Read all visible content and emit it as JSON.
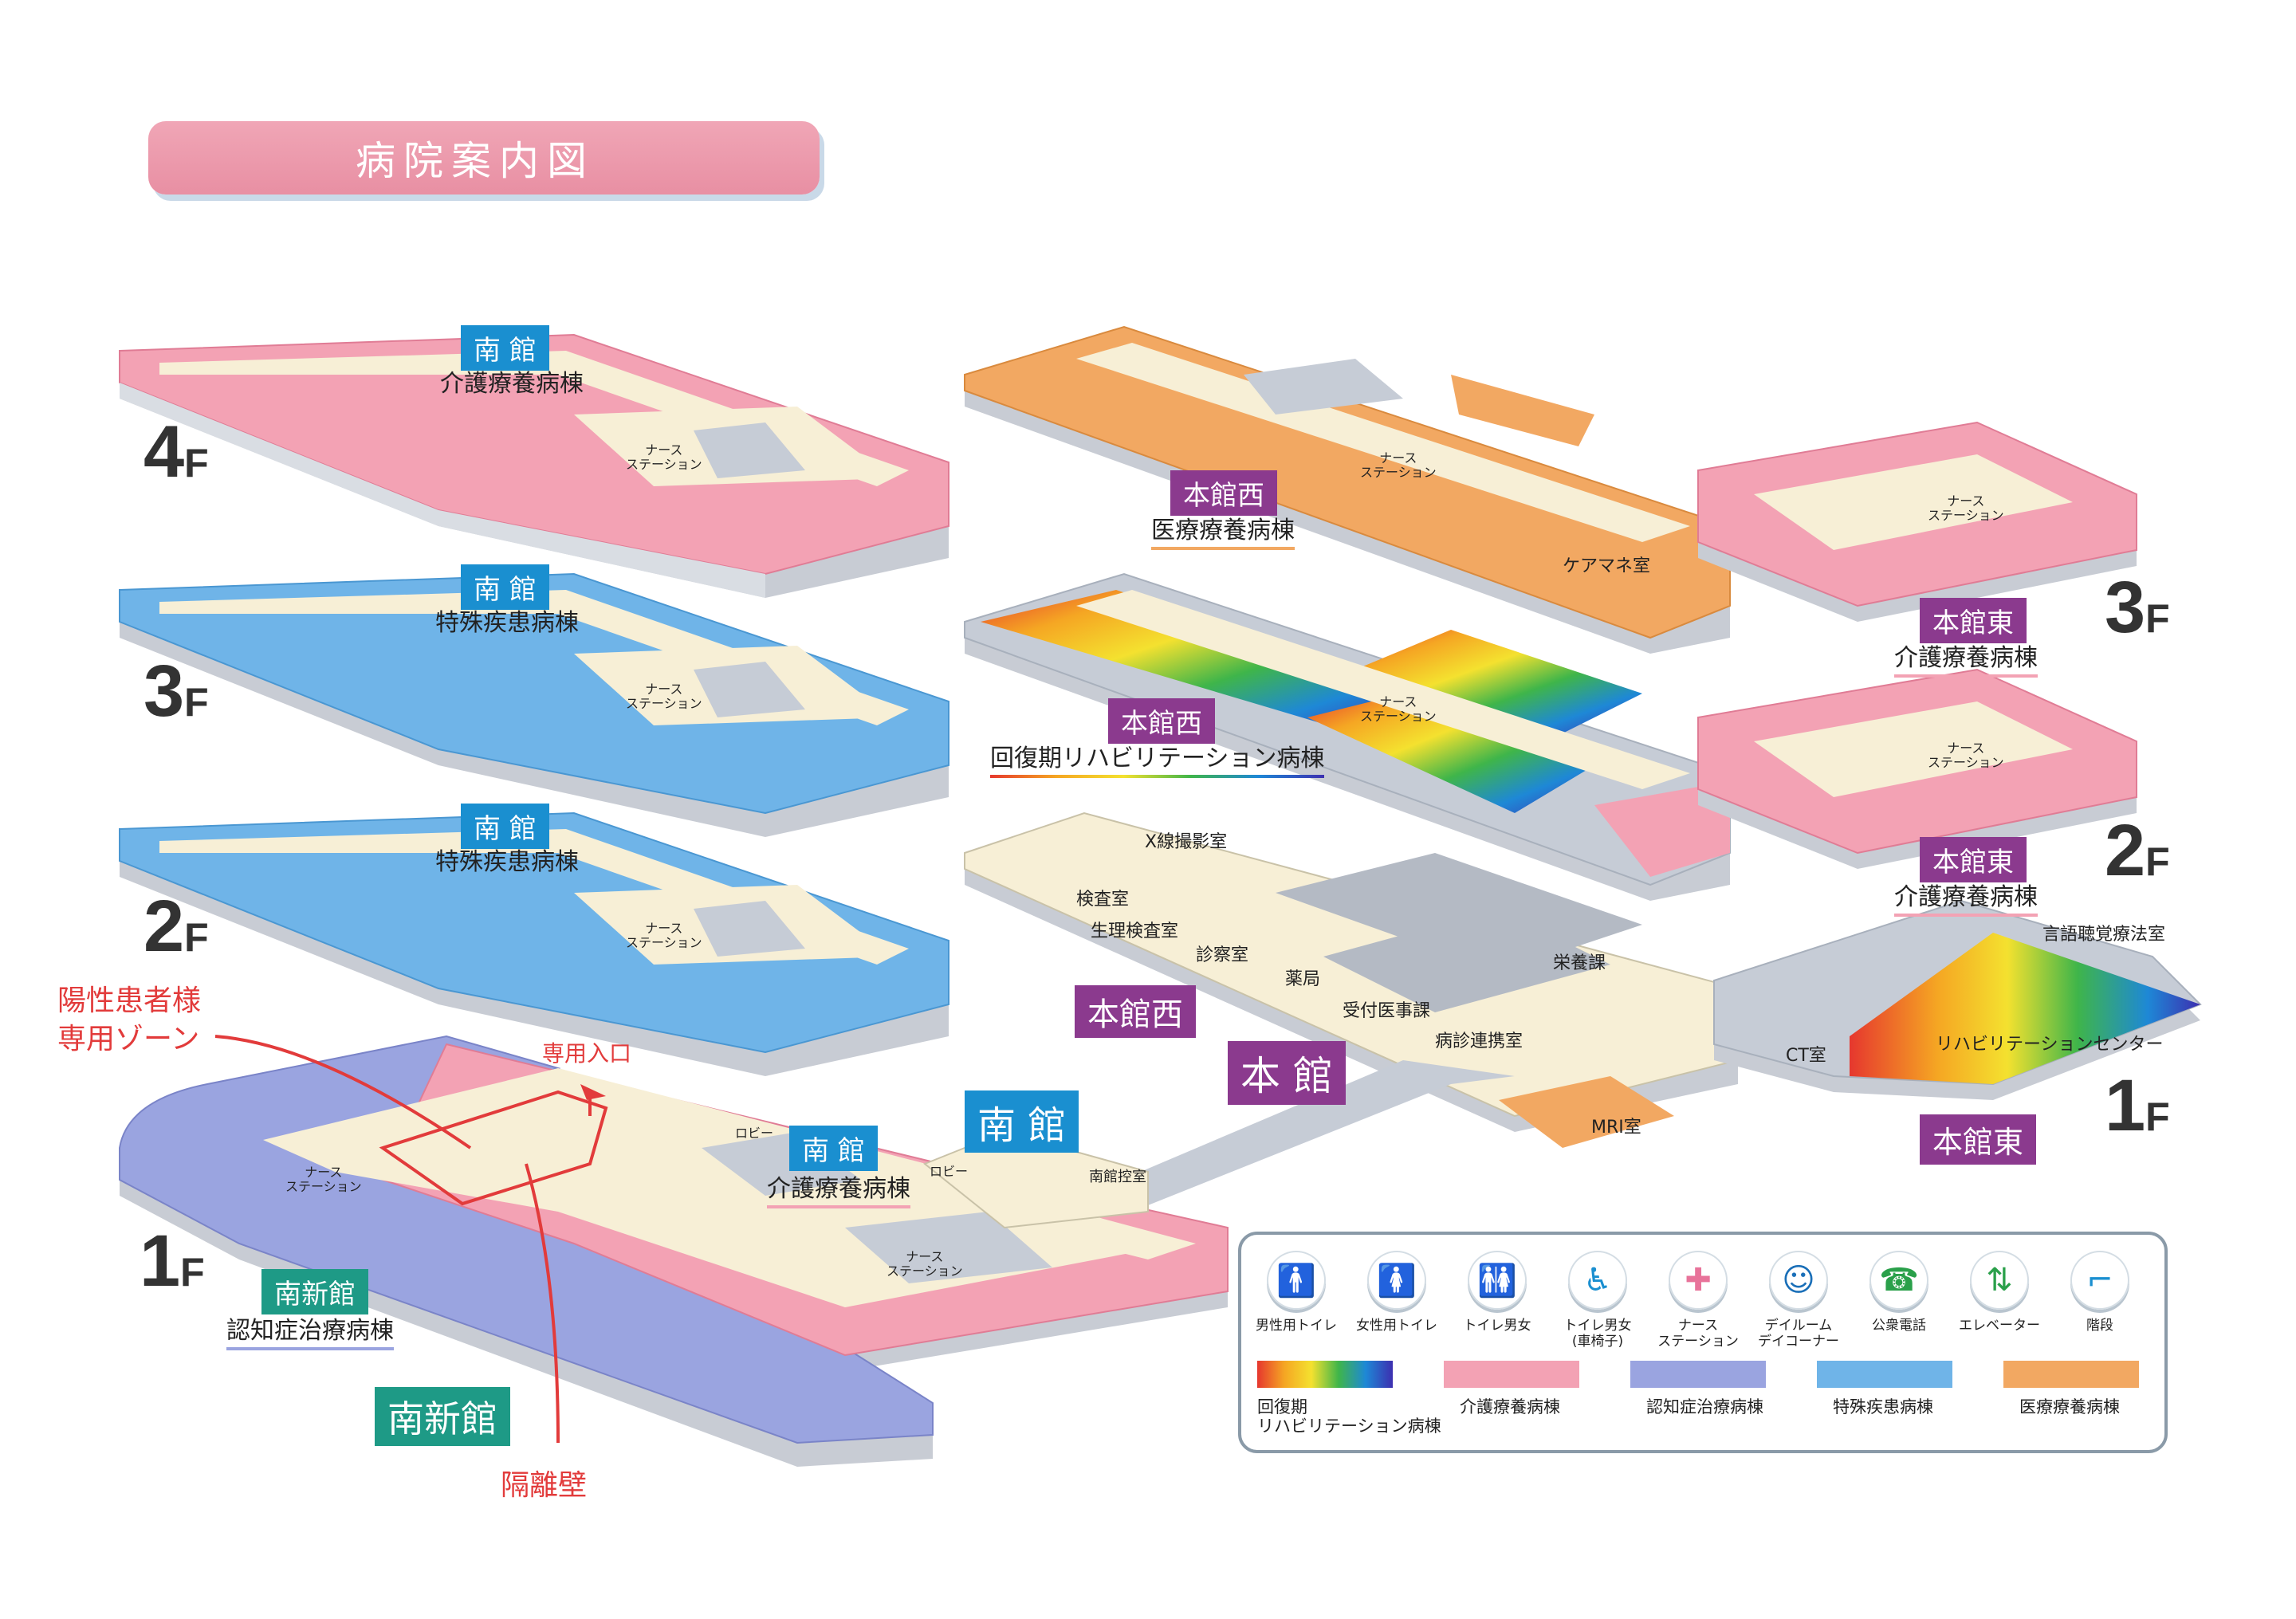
{
  "title": "病院案内図",
  "floors": [
    "4F",
    "3F",
    "2F",
    "1F",
    "3F",
    "2F",
    "1F"
  ],
  "buildings": {
    "minami": "南 館",
    "honkan_nishi": "本館西",
    "honkan_higashi": "本館東",
    "honkan": "本 館",
    "minami_shinkan": "南新館"
  },
  "wards": {
    "kaigo": "介護療養病棟",
    "tokushu": "特殊疾患病棟",
    "iryo": "医療療養病棟",
    "kaifuku": "回復期リハビリテーション病棟",
    "ninchi": "認知症治療病棟"
  },
  "rooms": {
    "nurse": "ナース\nステーション",
    "caremane": "ケアマネ室",
    "xray": "X線撮影室",
    "kensa": "検査室",
    "seiri": "生理検査室",
    "shinsatsu": "診察室",
    "yakkyoku": "薬局",
    "uketsuke": "受付医事課",
    "byoshin": "病診連携室",
    "eiyo": "栄養課",
    "gengo": "言語聴覚療法室",
    "ct": "CT室",
    "mri": "MRI室",
    "reha": "リハビリテーションセンター",
    "lobby": "ロビー",
    "hikae": "南館控室"
  },
  "handwritten": {
    "zone": "陽性患者様\n専用ゾーン",
    "entrance": "専用入口",
    "wall": "隔離壁"
  },
  "legend": {
    "icons": [
      {
        "icon": "male-toilet-icon",
        "label": "男性用トイレ",
        "glyph": "🚹",
        "color": "#1a8fd0"
      },
      {
        "icon": "female-toilet-icon",
        "label": "女性用トイレ",
        "glyph": "🚺",
        "color": "#e0336e"
      },
      {
        "icon": "toilet-both-icon",
        "label": "トイレ男女",
        "glyph": "🚻",
        "color": "#1a8fd0"
      },
      {
        "icon": "toilet-wheelchair-icon",
        "label": "トイレ男女\n(車椅子)",
        "glyph": "♿",
        "color": "#1a8fd0"
      },
      {
        "icon": "nurse-icon",
        "label": "ナース\nステーション",
        "glyph": "✚",
        "color": "#e8739a"
      },
      {
        "icon": "dayroom-icon",
        "label": "デイルーム\nデイコーナー",
        "glyph": "☺",
        "color": "#1a6fb8"
      },
      {
        "icon": "phone-icon",
        "label": "公衆電話",
        "glyph": "☎",
        "color": "#2aa04a"
      },
      {
        "icon": "elevator-icon",
        "label": "エレベーター",
        "glyph": "⇅",
        "color": "#2aa04a"
      },
      {
        "icon": "stairs-icon",
        "label": "階段",
        "glyph": "⌐",
        "color": "#1a8fd0"
      }
    ],
    "swatches": [
      {
        "label": "回復期\nリハビリテーション病棟",
        "color": "rainbow"
      },
      {
        "label": "介護療養病棟",
        "color": "#f3a2b4"
      },
      {
        "label": "認知症治療病棟",
        "color": "#9aa4e0"
      },
      {
        "label": "特殊疾患病棟",
        "color": "#6fb4e8"
      },
      {
        "label": "医療療養病棟",
        "color": "#f2a862"
      }
    ]
  },
  "colors": {
    "kaigo": "#f3a2b4",
    "tokushu": "#6fb4e8",
    "iryo": "#f2a862",
    "ninchi": "#9aa4e0",
    "corridor": "#f7efd6",
    "service": "#c6ccd6",
    "handwritten": "#e23b3b"
  }
}
